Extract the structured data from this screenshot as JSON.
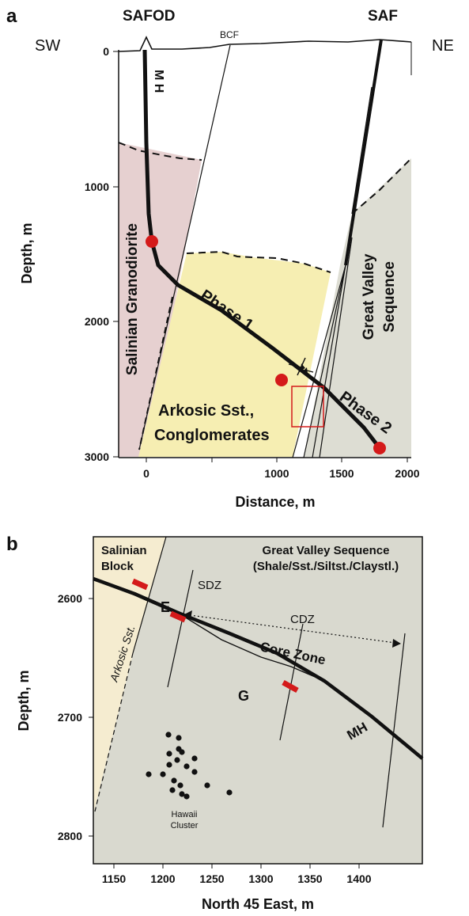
{
  "panel_a": {
    "letter": "a",
    "well_label": "SAFOD",
    "fault_label": "SAF",
    "bcf_label": "BCF",
    "sw_label": "SW",
    "ne_label": "NE",
    "mh_label": "M H",
    "ylabel": "Depth, m",
    "xlabel": "Distance, m",
    "yticks": [
      "0",
      "1000",
      "2000",
      "3000"
    ],
    "xticks": [
      "0",
      "1000",
      "1500",
      "2000"
    ],
    "units": {
      "granodiorite": "Salinian Granodiorite",
      "arkosic_line1": "Arkosic Sst.,",
      "arkosic_line2": "Conglomerates",
      "gvs_line1": "Great Valley",
      "gvs_line2": "Sequence"
    },
    "phase1": "Phase 1",
    "phase2": "Phase 2",
    "colors": {
      "granodiorite": "#e6d0d0",
      "arkosic": "#f6eeb2",
      "gvs": "#ddddd3",
      "marker": "#d41a1a",
      "box": "#d41a1a"
    }
  },
  "panel_b": {
    "letter": "b",
    "ylabel": "Depth, m",
    "xlabel": "North 45 East, m",
    "yticks": [
      "2600",
      "2700",
      "2800"
    ],
    "xticks": [
      "1150",
      "1200",
      "1250",
      "1300",
      "1350",
      "1400"
    ],
    "salinian_line1": "Salinian",
    "salinian_line2": "Block",
    "gvs_title": "Great Valley Sequence",
    "gvs_sub": "(Shale/Sst./Siltst./Claystl.)",
    "arkosic": "Arkosic Sst.",
    "sdz": "SDZ",
    "cdz": "CDZ",
    "e_label": "E",
    "g_label": "G",
    "core_zone": "Core Zone",
    "mh": "MH",
    "cluster_line1": "Hawaii",
    "cluster_line2": "Cluster",
    "colors": {
      "background": "#d9d9cf",
      "salinian": "#f5ecd0",
      "marker": "#d41a1a"
    }
  }
}
